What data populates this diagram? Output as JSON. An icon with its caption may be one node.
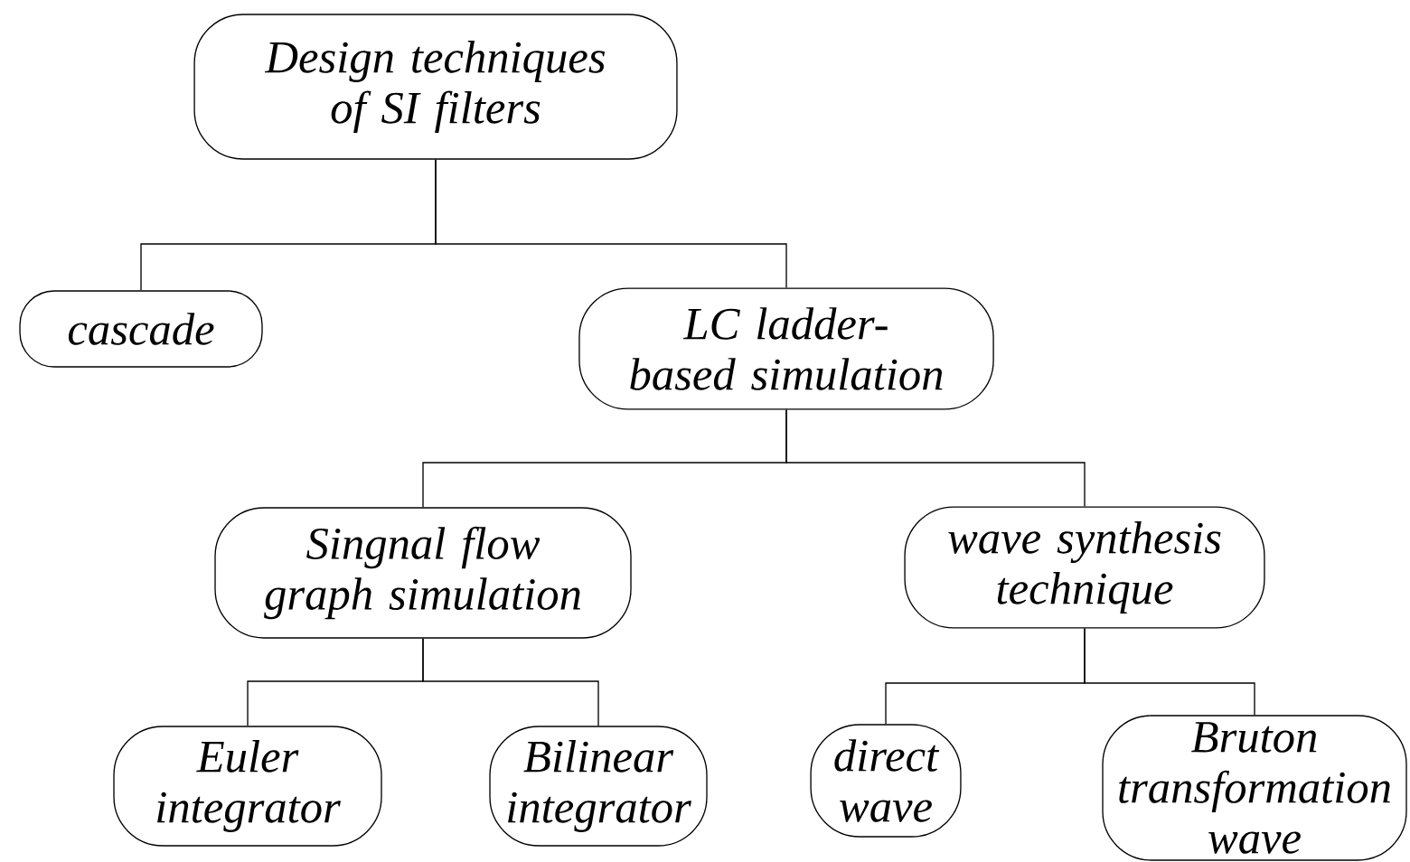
{
  "diagram": {
    "nodes": [
      {
        "text": [
          "Design techniques of SI filters"
        ]
      },
      {
        "text": [
          "cascade"
        ]
      },
      {
        "text": [
          "LC ladder-based simulation"
        ]
      },
      {
        "text": [
          "Singnal flow graph simulation"
        ]
      },
      {
        "text": [
          "wave synthesis technique"
        ]
      },
      {
        "text": [
          "Euler integrator"
        ]
      },
      {
        "text": [
          "Bilinear integrator"
        ]
      },
      {
        "text": [
          "direct wave"
        ]
      },
      {
        "text": [
          "Bruton transformation wave"
        ]
      }
    ],
    "edges": [
      {
        "from": 0,
        "to": 1,
        "arrow": "none"
      },
      {
        "from": 0,
        "to": 2,
        "arrow": "none"
      },
      {
        "from": 2,
        "to": 3,
        "arrow": "none"
      },
      {
        "from": 2,
        "to": 4,
        "arrow": "none"
      },
      {
        "from": 3,
        "to": 5,
        "arrow": "none"
      },
      {
        "from": 3,
        "to": 6,
        "arrow": "none"
      },
      {
        "from": 4,
        "to": 7,
        "arrow": "none"
      },
      {
        "from": 4,
        "to": 8,
        "arrow": "none"
      }
    ]
  }
}
